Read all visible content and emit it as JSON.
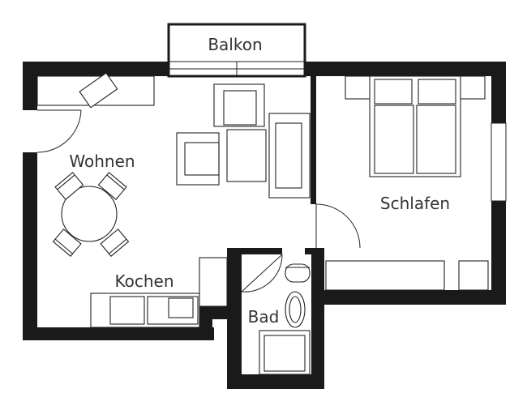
{
  "rooms": {
    "balcony": "Balkon",
    "living": "Wohnen",
    "bedroom": "Schlafen",
    "kitchen": "Kochen",
    "bathroom": "Bad"
  },
  "colors": {
    "wall": "#1a1a1a",
    "line": "#222222",
    "text": "#333333",
    "background": "#ffffff"
  }
}
